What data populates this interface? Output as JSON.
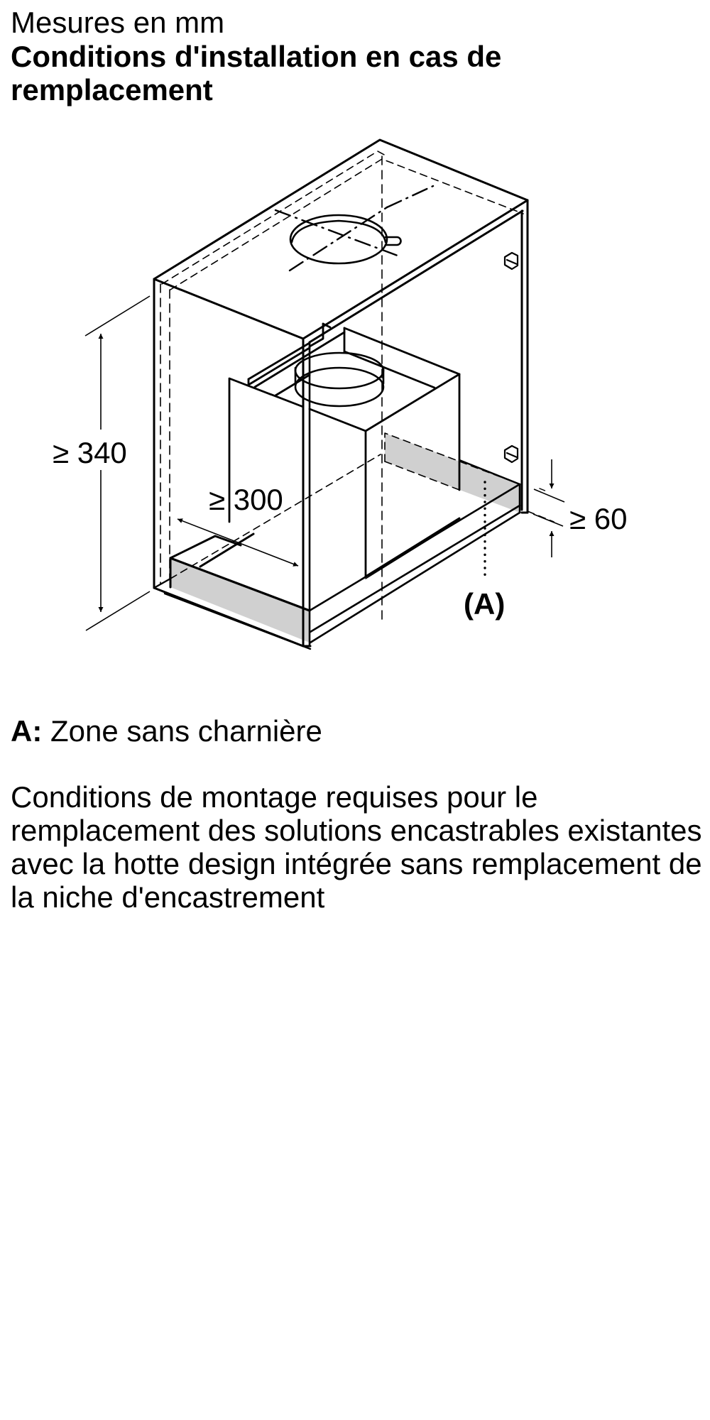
{
  "header": {
    "subtitle": "Mesures en mm",
    "title": "Conditions d'installation en cas de remplacement"
  },
  "diagram": {
    "dimensions": {
      "height": "≥ 340",
      "depth": "≥ 300",
      "gap": "≥ 60"
    },
    "callout_label": "(A)",
    "colors": {
      "line": "#000000",
      "shaded_zone": "#d0d0d0",
      "background": "#ffffff"
    }
  },
  "legend": {
    "key": "A:",
    "text": "Zone sans charnière"
  },
  "description": "Conditions de montage requises pour le remplacement des solutions encastrables existantes avec la hotte design intégrée sans remplacement de la niche d'encastrement"
}
